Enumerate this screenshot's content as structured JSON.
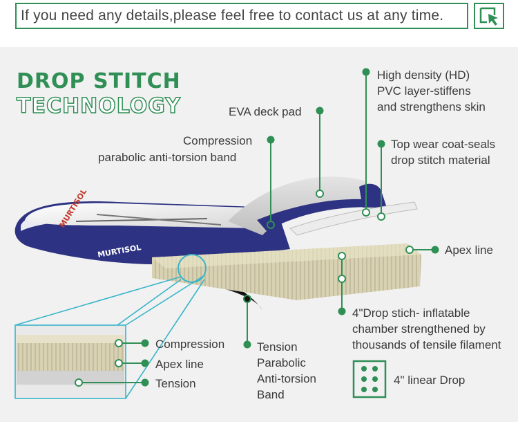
{
  "header": {
    "contact_text": "If you need any details,please feel free to contact us at any time."
  },
  "title": {
    "line1": "DROP STITCH",
    "line2": "TECHNOLOGY"
  },
  "brand": "MURTISOL",
  "labels": {
    "hd_pvc_1": "High density (HD)",
    "hd_pvc_2": "PVC layer-stiffens",
    "hd_pvc_3": "and strengthens skin",
    "eva": "EVA deck pad",
    "compression_band_1": "Compression",
    "compression_band_2": "parabolic anti-torsion band",
    "top_wear_1": "Top wear coat-seals",
    "top_wear_2": "drop stitch material",
    "apex_line": "Apex line",
    "drop_stitch_1": "4\"Drop stich- inflatable",
    "drop_stitch_2": "chamber strengthened by",
    "drop_stitch_3": "thousands of tensile filament",
    "tension_band_1": "Tension",
    "tension_band_2": "Parabolic",
    "tension_band_3": "Anti-torsion",
    "tension_band_4": "Band",
    "linear_drop": "4\" linear Drop"
  },
  "inset_labels": {
    "compression": "Compression",
    "apex": "Apex line",
    "tension": "Tension"
  },
  "icons": [
    "cursor-click-icon",
    "dice-six-icon"
  ],
  "colors": {
    "accent_green": "#2f8f55",
    "board_navy": "#2e3282",
    "teal_callout": "#39b5c9"
  }
}
